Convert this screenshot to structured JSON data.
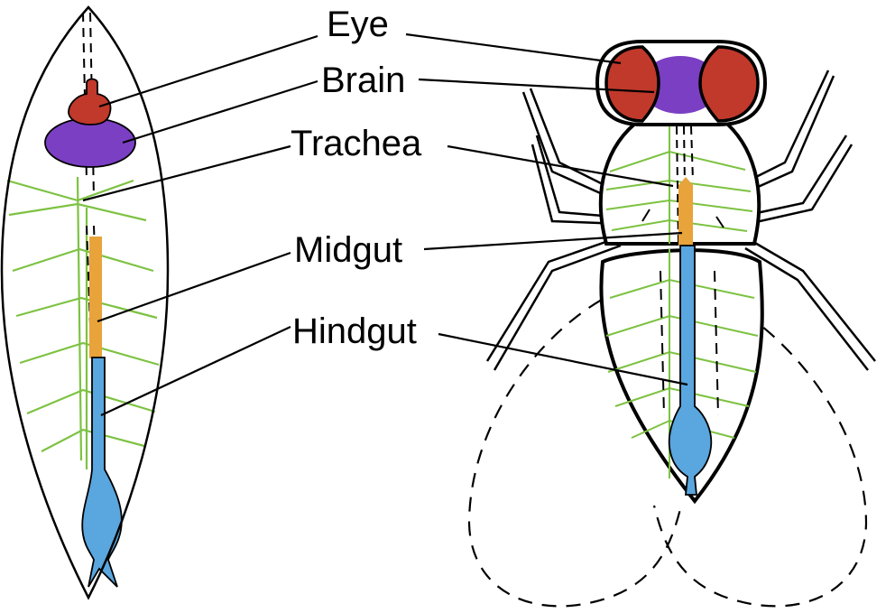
{
  "labels": {
    "eye": "Eye",
    "brain": "Brain",
    "trachea": "Trachea",
    "midgut": "Midgut",
    "hindgut": "Hindgut"
  },
  "colors": {
    "eye": "#c0392b",
    "brain": "#7b3fc4",
    "trachea": "#7dc242",
    "midgut": "#e8a33a",
    "hindgut": "#5aa6de",
    "outline": "#000000"
  }
}
